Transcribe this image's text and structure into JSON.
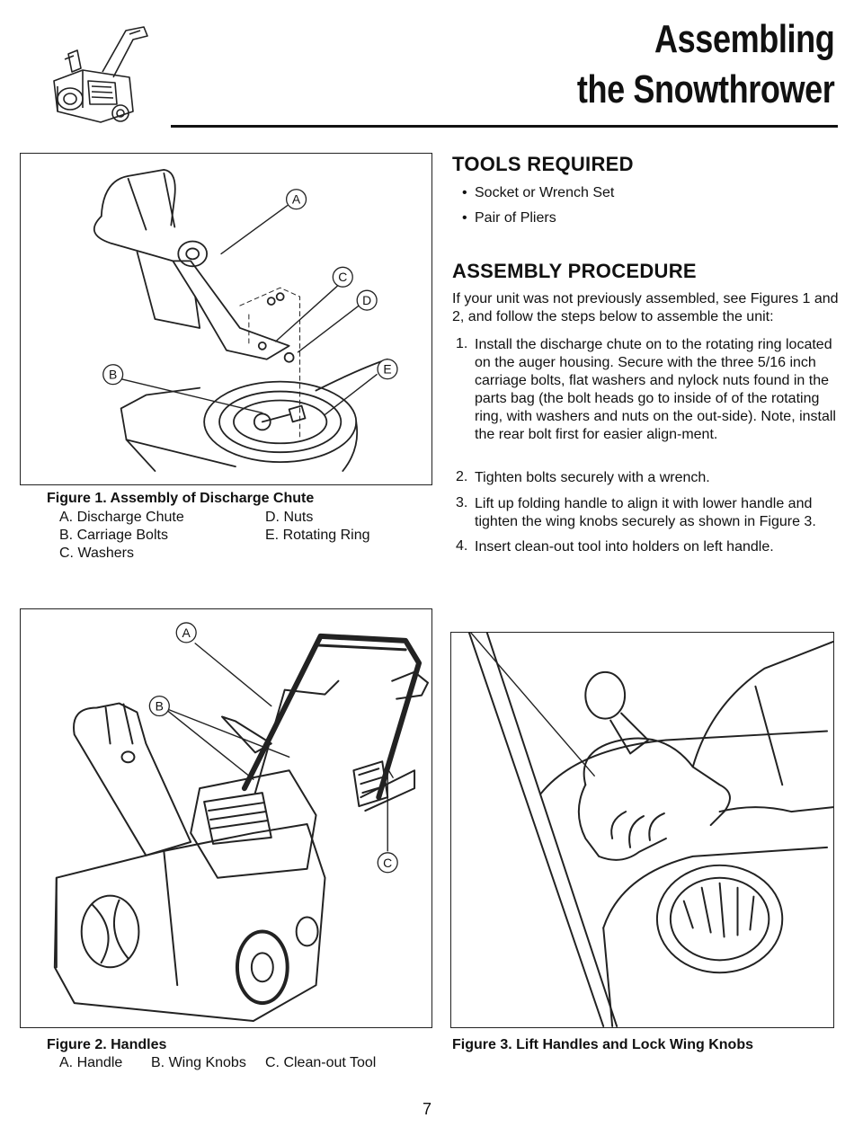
{
  "header": {
    "title_line1": "Assembling",
    "title_line2": "the Snowthrower",
    "illustration": "snowthrower-icon"
  },
  "figure1": {
    "callouts": [
      "A",
      "B",
      "C",
      "D",
      "E"
    ],
    "caption_title": "Figure 1. Assembly of Discharge Chute",
    "caption_items": [
      "A. Discharge Chute",
      "B. Carriage Bolts",
      "C. Washers",
      "D. Nuts",
      "E. Rotating Ring"
    ]
  },
  "figure2": {
    "callouts": [
      "A",
      "B",
      "C"
    ],
    "caption_title": "Figure 2.  Handles",
    "caption_items": [
      "A. Handle",
      "B. Wing Knobs",
      "C. Clean-out Tool"
    ]
  },
  "figure3": {
    "caption_title": "Figure 3.  Lift Handles and Lock Wing Knobs"
  },
  "tools": {
    "heading": "TOOLS REQUIRED",
    "items": [
      "Socket or Wrench Set",
      "Pair of Pliers"
    ]
  },
  "assembly": {
    "heading": "ASSEMBLY PROCEDURE",
    "intro": "If your unit was not previously assembled, see Figures 1 and 2, and follow the steps below to assemble the unit:",
    "steps": [
      {
        "num": "1.",
        "text": "Install the discharge chute on to the rotating ring located on the auger housing. Secure with the three 5/16 inch carriage bolts, flat washers and nylock nuts found in the parts bag (the bolt heads go to inside of of the rotating ring, with washers and nuts on the out-side). Note, install the rear bolt first for easier align-ment."
      },
      {
        "num": "2.",
        "text": "Tighten bolts securely with a wrench."
      },
      {
        "num": "3.",
        "text": "Lift up folding handle to align it with lower handle and tighten the wing knobs securely as shown in Figure 3."
      },
      {
        "num": "4.",
        "text": "Insert clean-out tool into holders on left handle."
      }
    ]
  },
  "page_number": "7"
}
